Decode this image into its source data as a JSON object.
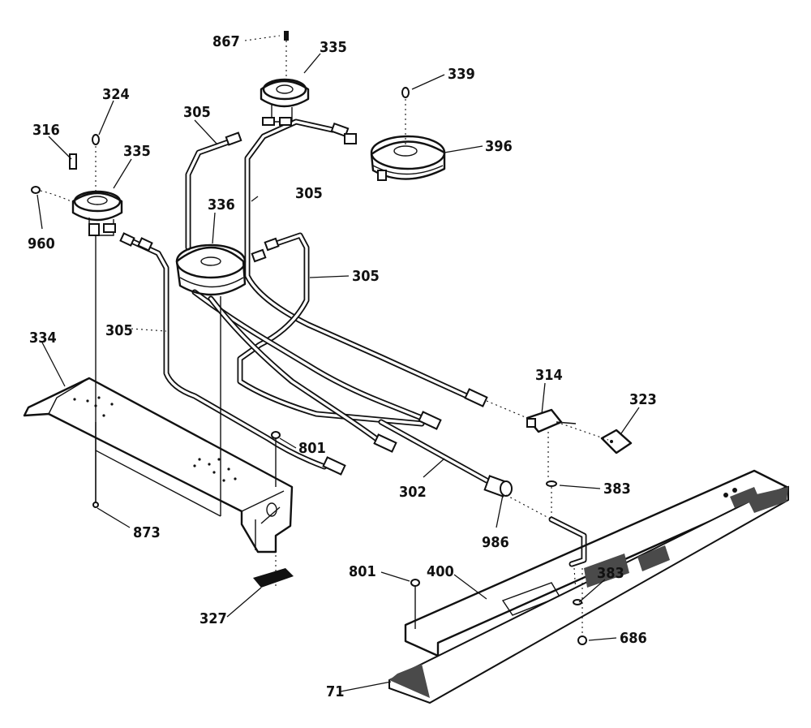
{
  "labels": {
    "p867": "867",
    "p335_top": "335",
    "p339": "339",
    "p324": "324",
    "p316": "316",
    "p335_left": "335",
    "p305_a": "305",
    "p396": "396",
    "p305_b": "305",
    "p336": "336",
    "p960": "960",
    "p305_c": "305",
    "p305_d": "305",
    "p334": "334",
    "p314": "314",
    "p323": "323",
    "p801_a": "801",
    "p302": "302",
    "p383_a": "383",
    "p873": "873",
    "p986": "986",
    "p801_b": "801",
    "p400": "400",
    "p383_b": "383",
    "p327": "327",
    "p686": "686",
    "p71": "71"
  }
}
